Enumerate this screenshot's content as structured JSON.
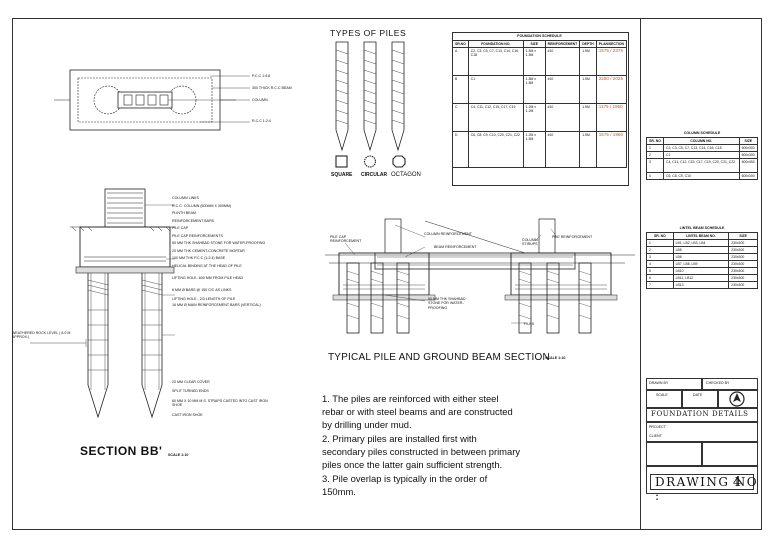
{
  "types_of_piles": {
    "title": "TYPES OF PILES",
    "shapes": [
      "SQUARE",
      "CIRCULAR",
      "OCTAGON"
    ]
  },
  "plan_labels": [
    "P.C.C 1:4:8",
    "300 THICK R.C.C BEAM",
    "COLUMN",
    "R.C.C 1:2:4"
  ],
  "section_bb": {
    "title": "SECTION BB'",
    "scale": "SCALE 1:10",
    "labels_top": [
      "COLUMN LINKS",
      "R.C.C. COLUMN (600MM X 300MM)",
      "PLINTH BEAM",
      "REINFORCEMENT BARS",
      "PILE CAP",
      "PILE CAP REINFORCEMENTS",
      "50 MM THK SHAHBAD STONE FOR WATER-PROOFING",
      "20 MM THK CEMENT-CONCRETE MORTAR",
      "100 MM THK P.C.C (1:2:4) BASE",
      "HELICAL BINDING AT THE HEAD OF PILE",
      "LIFTING HOLE- 600 MM FROM PILE HEAD",
      "6 MM Ø BARS @ 150 C/C AS LINKS",
      "LIFTING HOLE - 2/3 LENGTH OF PILE",
      "16 MM Ø MAIN REINFORCEMENT BARS (VERTICAL)"
    ],
    "labels_bottom": [
      "20 MM CLEAR COVER",
      "SPLIT TURNED ENDS",
      "60 MM X 10 MM M.S. STRAPS CASTED INTO CAST IRON SHOE",
      "CAST IRON SHOE"
    ],
    "left_label": "WEATHERED ROCK LEVEL ( 8.0 M APPROX.)"
  },
  "ground_beam_section": {
    "title": "TYPICAL PILE AND GROUND BEAM SECTION",
    "scale": "SCALE 1:10",
    "labels": [
      "PILE CAP REINFORCEMENT",
      "COLUMN REINFORCEMENT",
      "BEAM REINFORCEMENT",
      "COLUMN STIRUPS",
      "PILE REINFORCEMENT",
      "50 MM THK SHAHBAD STONE FOR WATER-PROOFING",
      "PILES"
    ]
  },
  "notes": [
    "1. The piles are reinforced with either steel rebar or with steel beams and are constructed by drilling under mud.",
    "2. Primary piles are installed first with secondary piles constructed in between primary piles once the latter gain sufficient strength.",
    "3. Pile overlap is typically in the order of 150mm."
  ],
  "foundation_schedule": {
    "title": "FOUNDATION SCHEDULE",
    "headers": [
      "SR.NO",
      "FOUNDATION NO.",
      "SIZE",
      "REINFORCEMENT",
      "DEPTH",
      "PLAN/SECTION"
    ],
    "rows": [
      [
        "A",
        "C2, C3, C5, C7, C13, C14, C16, C18",
        "1.5M x 1.5M",
        "#10",
        "1.5M",
        "1575 / 2375"
      ],
      [
        "B",
        "C1",
        "1.8M x 1.8M",
        "#10",
        "1.5M",
        "2250 / 2025"
      ],
      [
        "C",
        "C4, C11, C12, C15, C17, C19",
        "1.2M x 1.2M",
        "#10",
        "1.5M",
        "1175 / 1960"
      ],
      [
        "D",
        "C6, C8, C9, C10, C20, C21, C22",
        "1.2M x 1.5M",
        "#10",
        "1.5M",
        "1575 / 1960"
      ]
    ]
  },
  "column_schedule": {
    "title": "COLUMN SCHEDULE",
    "headers": [
      "SR. NO",
      "COLUMN NO.",
      "SIZE"
    ],
    "rows": [
      [
        "1",
        "C2, C3, C5, C7, C13, C14, C16, C18",
        "600x300"
      ],
      [
        "2",
        "C1",
        "600x300"
      ],
      [
        "3",
        "C4, C11, C12, C15, C17, C19, C20, C21, C22",
        "600x450"
      ],
      [
        "4",
        "C6, C8, C9, C10",
        "600x300"
      ]
    ]
  },
  "lintel_schedule": {
    "title": "LINTEL BEAM SCHEDULE",
    "headers": [
      "SR. NO",
      "LINTEL BEAM NO.",
      "SIZE"
    ],
    "rows": [
      [
        "1",
        "LB1, LB2, LB3, LB4",
        "230x300"
      ],
      [
        "2",
        "LB5",
        "230x300"
      ],
      [
        "3",
        "LB6",
        "230x300"
      ],
      [
        "4",
        "LB7, LB8, LB9",
        "230x300"
      ],
      [
        "5",
        "LB10",
        "230x300"
      ],
      [
        "6",
        "LB11, LB12",
        "230x300"
      ],
      [
        "7",
        "LB13",
        "230x300"
      ]
    ]
  },
  "title_block": {
    "drawn_by_label": "DRAWN BY",
    "checked_by_label": "CHECKED BY",
    "scale_label": "SCALE",
    "date_label": "DATE",
    "sheet_title": "FOUNDATION DETAILS",
    "project_label": "PROJECT",
    "client_label": "CLIENT",
    "drawing_label": "DRAWING NO :",
    "drawing_no": "4"
  }
}
